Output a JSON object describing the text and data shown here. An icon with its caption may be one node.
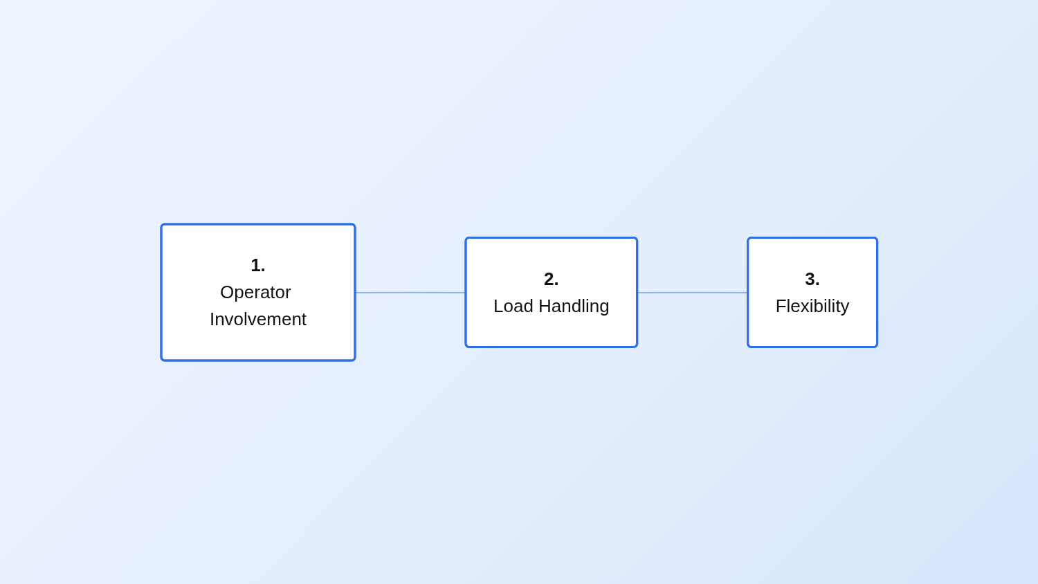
{
  "diagram": {
    "nodes": [
      {
        "text": [
          "1.",
          "Operator Involvement"
        ]
      },
      {
        "text": [
          "2.",
          "Load Handling"
        ]
      },
      {
        "text": [
          "3.",
          "Flexibility"
        ]
      }
    ],
    "edges": [
      {
        "from": 0,
        "to": 1,
        "arrow": "none"
      },
      {
        "from": 1,
        "to": 2,
        "arrow": "none"
      }
    ]
  }
}
